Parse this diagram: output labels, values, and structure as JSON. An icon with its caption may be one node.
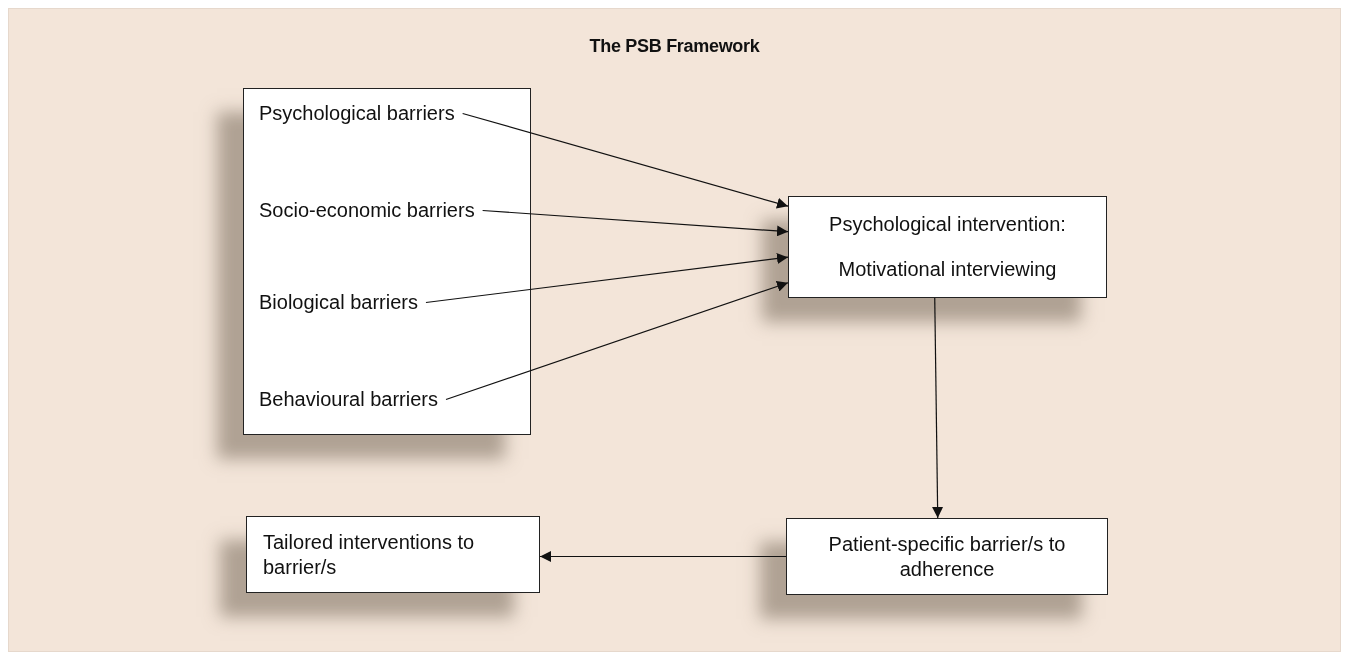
{
  "diagram": {
    "title": "The PSB Framework",
    "nodes": [
      {
        "text": [],
        "shape": "box"
      },
      {
        "text": [
          "Psychological barriers"
        ],
        "in": 0
      },
      {
        "text": [
          "Socio-economic barriers"
        ],
        "in": 0
      },
      {
        "text": [
          "Biological barriers"
        ],
        "in": 0
      },
      {
        "text": [
          "Behavioural barriers"
        ],
        "in": 0
      },
      {
        "text": [
          "Psychological intervention:",
          "Motivational interviewing"
        ]
      },
      {
        "text": [
          "Patient-specific barrier/s to adherence"
        ]
      },
      {
        "text": [
          "Tailored interventions to barrier/s"
        ]
      }
    ],
    "edges": [
      {
        "from": 1,
        "to": 5,
        "arrow": "to"
      },
      {
        "from": 2,
        "to": 5,
        "arrow": "to"
      },
      {
        "from": 3,
        "to": 5,
        "arrow": "to"
      },
      {
        "from": 4,
        "to": 5,
        "arrow": "to"
      },
      {
        "from": 5,
        "to": 6,
        "arrow": "to"
      },
      {
        "from": 6,
        "to": 7,
        "arrow": "to"
      }
    ]
  }
}
